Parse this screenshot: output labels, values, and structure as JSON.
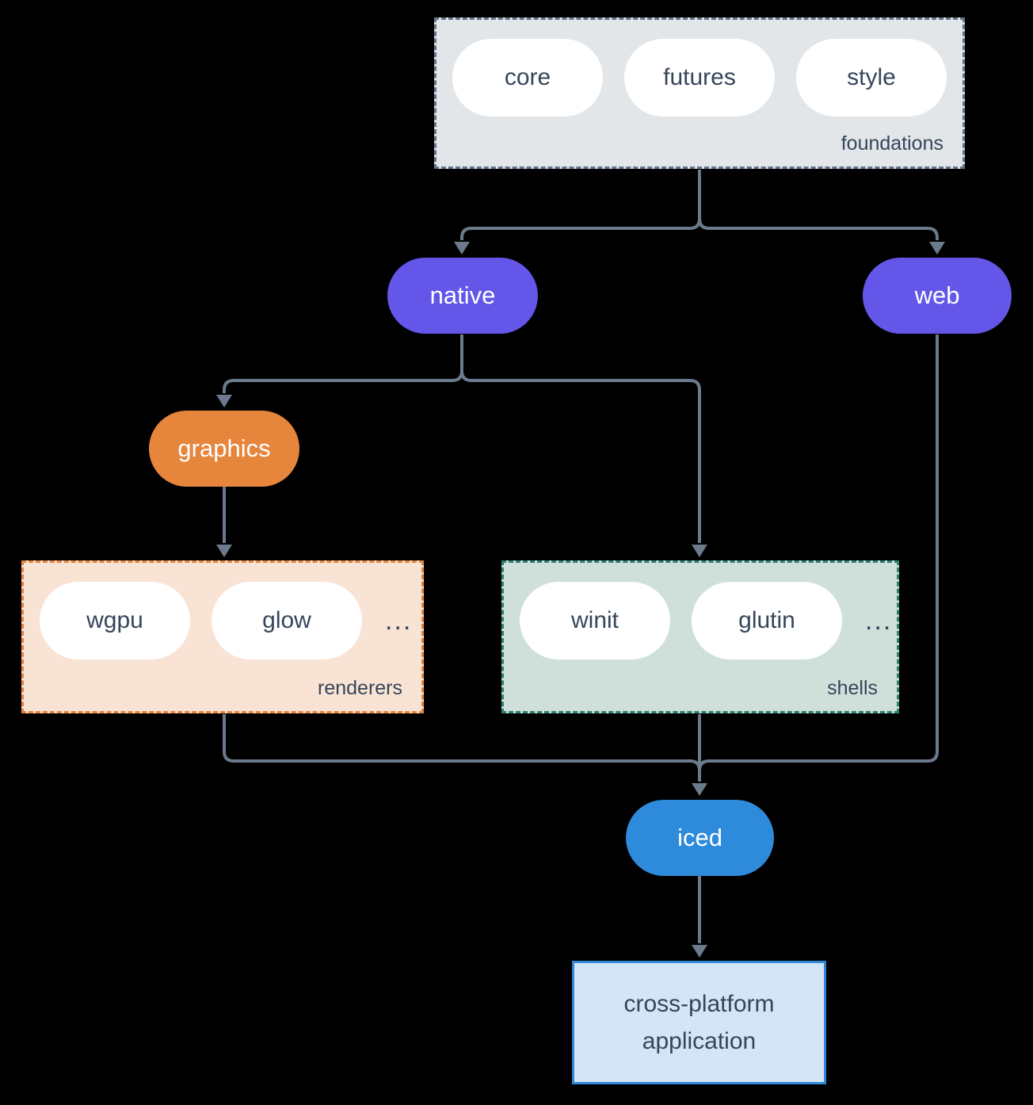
{
  "diagram": {
    "background_color": "#000000",
    "connector_color": "#6b7a8c",
    "text_color": "#36465a",
    "foundations": {
      "label": "foundations",
      "fill": "#e2e6e9",
      "border_color": "#64748b",
      "items": [
        "core",
        "futures",
        "style"
      ]
    },
    "native": {
      "label": "native",
      "fill": "#6356e8"
    },
    "web": {
      "label": "web",
      "fill": "#6356e8"
    },
    "graphics": {
      "label": "graphics",
      "fill": "#e6853c"
    },
    "renderers": {
      "label": "renderers",
      "fill": "#f9e3d4",
      "border_color": "#e8833a",
      "items": [
        "wgpu",
        "glow"
      ],
      "more": "..."
    },
    "shells": {
      "label": "shells",
      "fill": "#cfe0da",
      "border_color": "#2e8073",
      "items": [
        "winit",
        "glutin"
      ],
      "more": "..."
    },
    "iced": {
      "label": "iced",
      "fill": "#2e8bdb"
    },
    "application": {
      "line1": "cross-platform",
      "line2": "application",
      "fill": "#d4e5f7",
      "border_color": "#2f88d8"
    }
  }
}
